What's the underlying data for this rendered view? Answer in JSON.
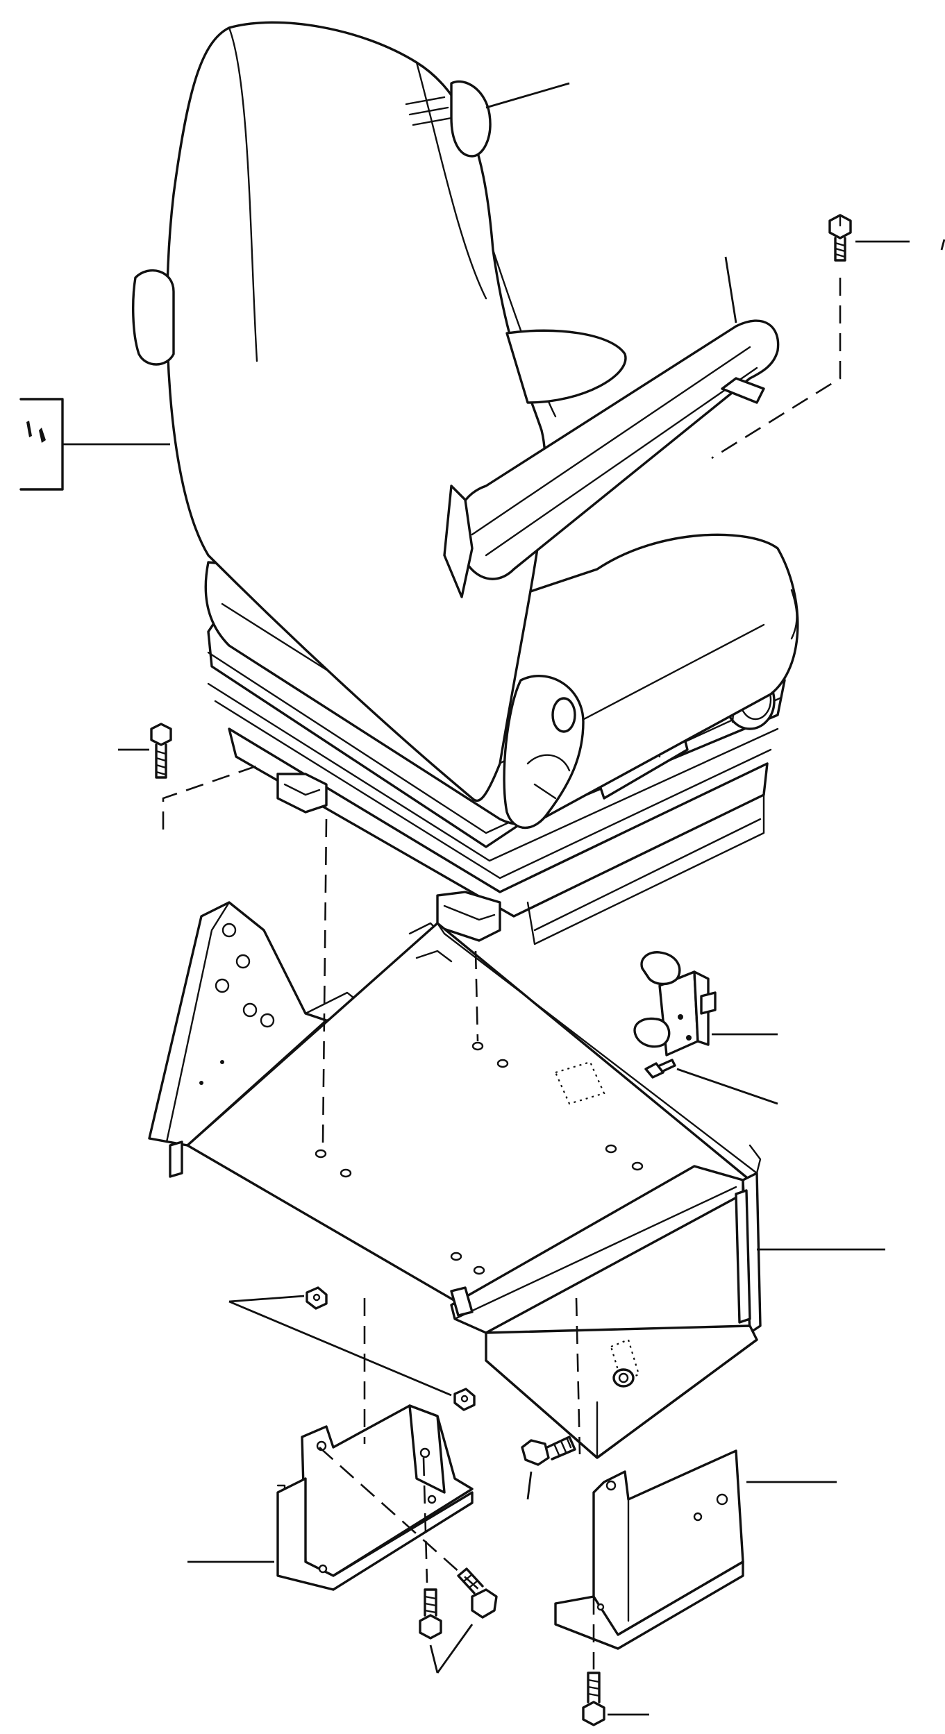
{
  "figure": {
    "background": "#ffffff",
    "ink": "#111111"
  },
  "parts": [
    {
      "id": "seat-assembly",
      "icon": "seat-icon"
    },
    {
      "id": "headrest",
      "icon": "headrest-icon"
    },
    {
      "id": "armrest",
      "icon": "armrest-icon"
    },
    {
      "id": "top-right-bolt",
      "icon": "bolt-icon"
    },
    {
      "id": "left-bolt",
      "icon": "bolt-icon"
    },
    {
      "id": "latch",
      "icon": "latch-icon"
    },
    {
      "id": "latch-screw",
      "icon": "screw-icon"
    },
    {
      "id": "seat-base-box",
      "icon": "box-icon"
    },
    {
      "id": "nuts",
      "icon": "nut-icon"
    },
    {
      "id": "left-bracket",
      "icon": "bracket-icon"
    },
    {
      "id": "right-bracket",
      "icon": "bracket-icon"
    },
    {
      "id": "bracket-bolts",
      "icon": "bolt-icon"
    },
    {
      "id": "bottom-bolt",
      "icon": "bolt-icon"
    },
    {
      "id": "center-bolt",
      "icon": "bolt-icon"
    }
  ]
}
